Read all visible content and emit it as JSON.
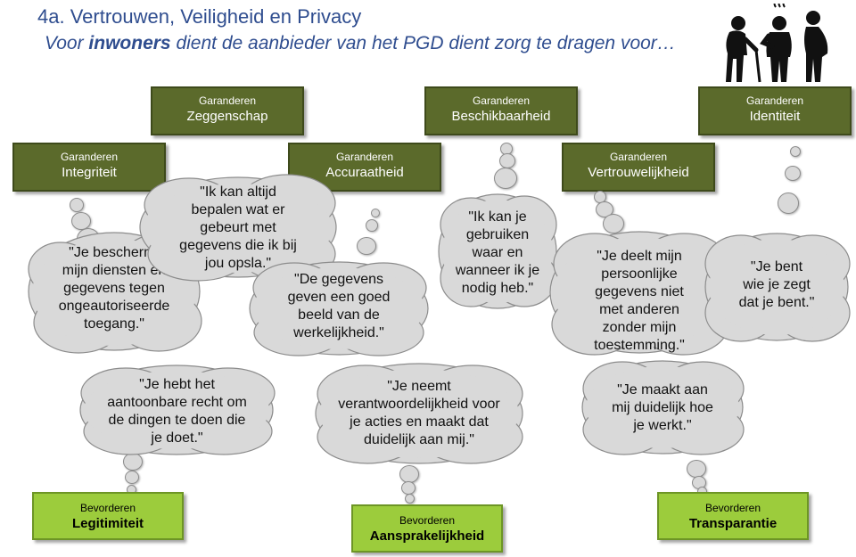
{
  "header": {
    "title": "4a. Vertrouwen, Veiligheid en Privacy",
    "subtitle_pre": "Voor ",
    "subtitle_bold": "inwoners",
    "subtitle_post": " dient de aanbieder van het PGD dient zorg te dragen voor…"
  },
  "icons": {
    "people": "elderly-people-icon"
  },
  "colors": {
    "garanderen_box": "#5b6a2b",
    "bevorderen_box": "#9ccc3c",
    "cloud": "#d9d9d9",
    "text_blue": "#2f4d8f"
  },
  "garanderen": [
    {
      "small": "Garanderen",
      "big": "Zeggenschap"
    },
    {
      "small": "Garanderen",
      "big": "Beschikbaarheid"
    },
    {
      "small": "Garanderen",
      "big": "Identiteit"
    },
    {
      "small": "Garanderen",
      "big": "Integriteit"
    },
    {
      "small": "Garanderen",
      "big": "Accuraatheid"
    },
    {
      "small": "Garanderen",
      "big": "Vertrouwelijkheid"
    }
  ],
  "bevorderen": [
    {
      "small": "Bevorderen",
      "big": "Legitimiteit"
    },
    {
      "small": "Bevorderen",
      "big": "Aansprakelijkheid"
    },
    {
      "small": "Bevorderen",
      "big": "Transparantie"
    }
  ],
  "clouds": [
    "\"Je beschermt\nmijn diensten en\ngegevens tegen\nongeautoriseerde\ntoegang.\"",
    "\"Ik kan altijd\nbepalen wat er\ngebeurt met\ngegevens die ik bij\njou opsla.\"",
    "\"De gegevens\ngeven een goed\nbeeld van de\nwerkelijkheid.\"",
    "\"Ik kan je\ngebruiken\nwaar en\nwanneer ik je\nnodig heb.\"",
    "\"Je deelt mijn\npersoonlijke\ngegevens niet\nmet anderen\nzonder mijn\ntoestemming.\"",
    "\"Je bent\nwie je zegt\ndat je bent.\"",
    "\"Je hebt het\naantoonbare recht om\nde dingen te doen die\nje doet.\"",
    "\"Je neemt\nverantwoordelijkheid voor\nje acties en maakt dat\nduidelijk aan mij.\"",
    "\"Je maakt aan\nmij duidelijk hoe\nje werkt.\""
  ]
}
